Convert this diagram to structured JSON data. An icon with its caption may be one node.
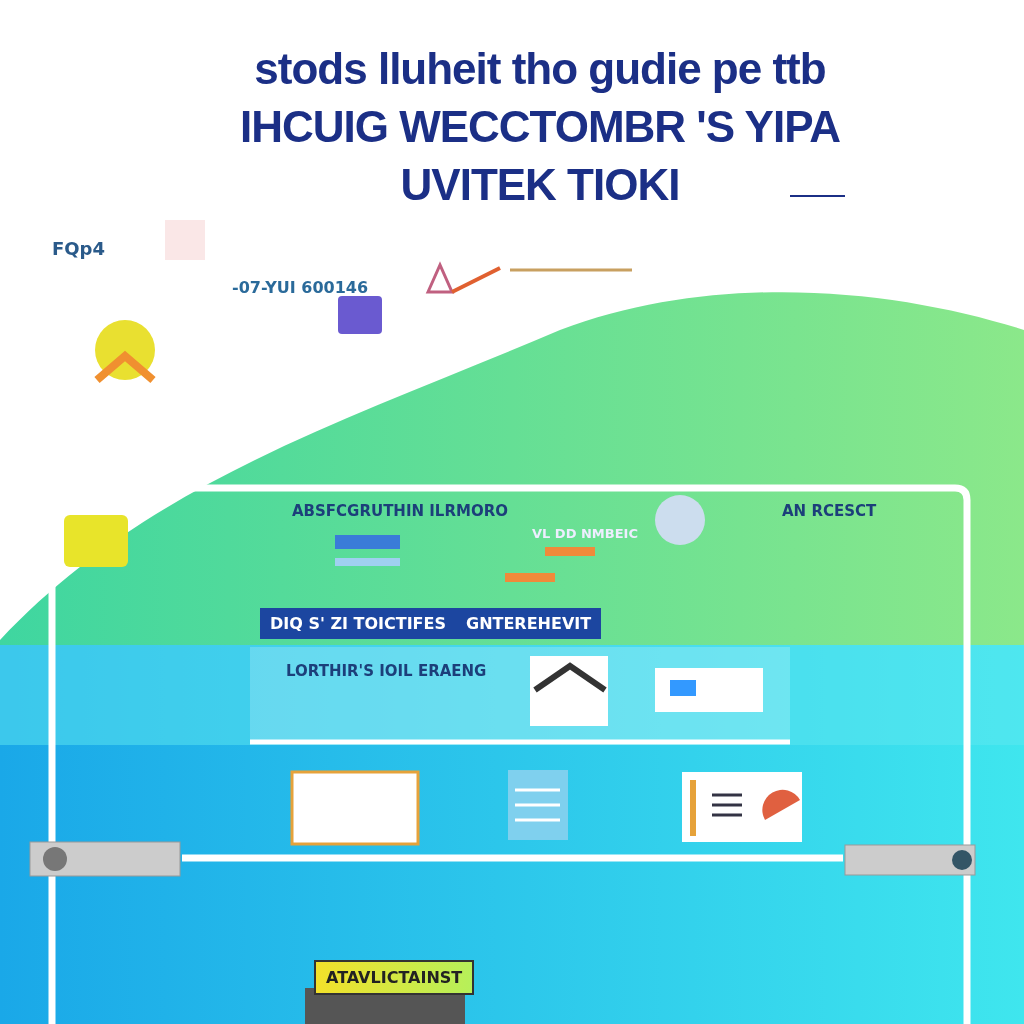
{
  "diagram": {
    "title": "stods lluheit tho gudie pe ttb IHCUIG WECCTOMBR 'S YIPA UVITEK TIOKI",
    "labels": [
      "FQp4",
      "-07-YUI 600146",
      "ABSFCGRUTHIN ILRMORO",
      "VL DD NMBEIC",
      "AN RCESCT",
      "DIQ S' ZI TOICTIFES",
      "GNTEREHEVIT",
      "LORTHIR'S IOIL ERAENG",
      "ATAVLICTAINST"
    ]
  }
}
